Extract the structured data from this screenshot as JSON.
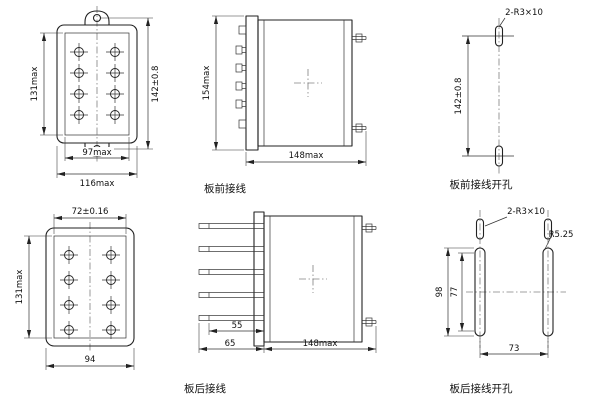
{
  "colors": {
    "background": "#ffffff",
    "ink": "#222222"
  },
  "labels": {
    "front_wiring": "板前接线",
    "front_wiring_holes": "板前接线开孔",
    "rear_wiring": "板后接线",
    "rear_wiring_holes": "板后接线开孔"
  },
  "front_view": {
    "height": "131max",
    "mounting_pitch": "142±0.8",
    "inner_width": "97max",
    "outer_width": "116max"
  },
  "front_side_view": {
    "height": "154max",
    "depth": "148max"
  },
  "front_holes": {
    "slots": "2-R3×10",
    "pitch": "142±0.8"
  },
  "rear_view": {
    "pin_pitch": "72±0.16",
    "height": "131max",
    "width": "94"
  },
  "rear_side_view": {
    "pin_length": "55",
    "pin_overall": "65",
    "depth": "148max"
  },
  "rear_holes": {
    "slots": "2-R3×10",
    "slot_radius": "R5.25",
    "outer_span": "98",
    "inner_span": "77",
    "column_pitch": "73"
  }
}
